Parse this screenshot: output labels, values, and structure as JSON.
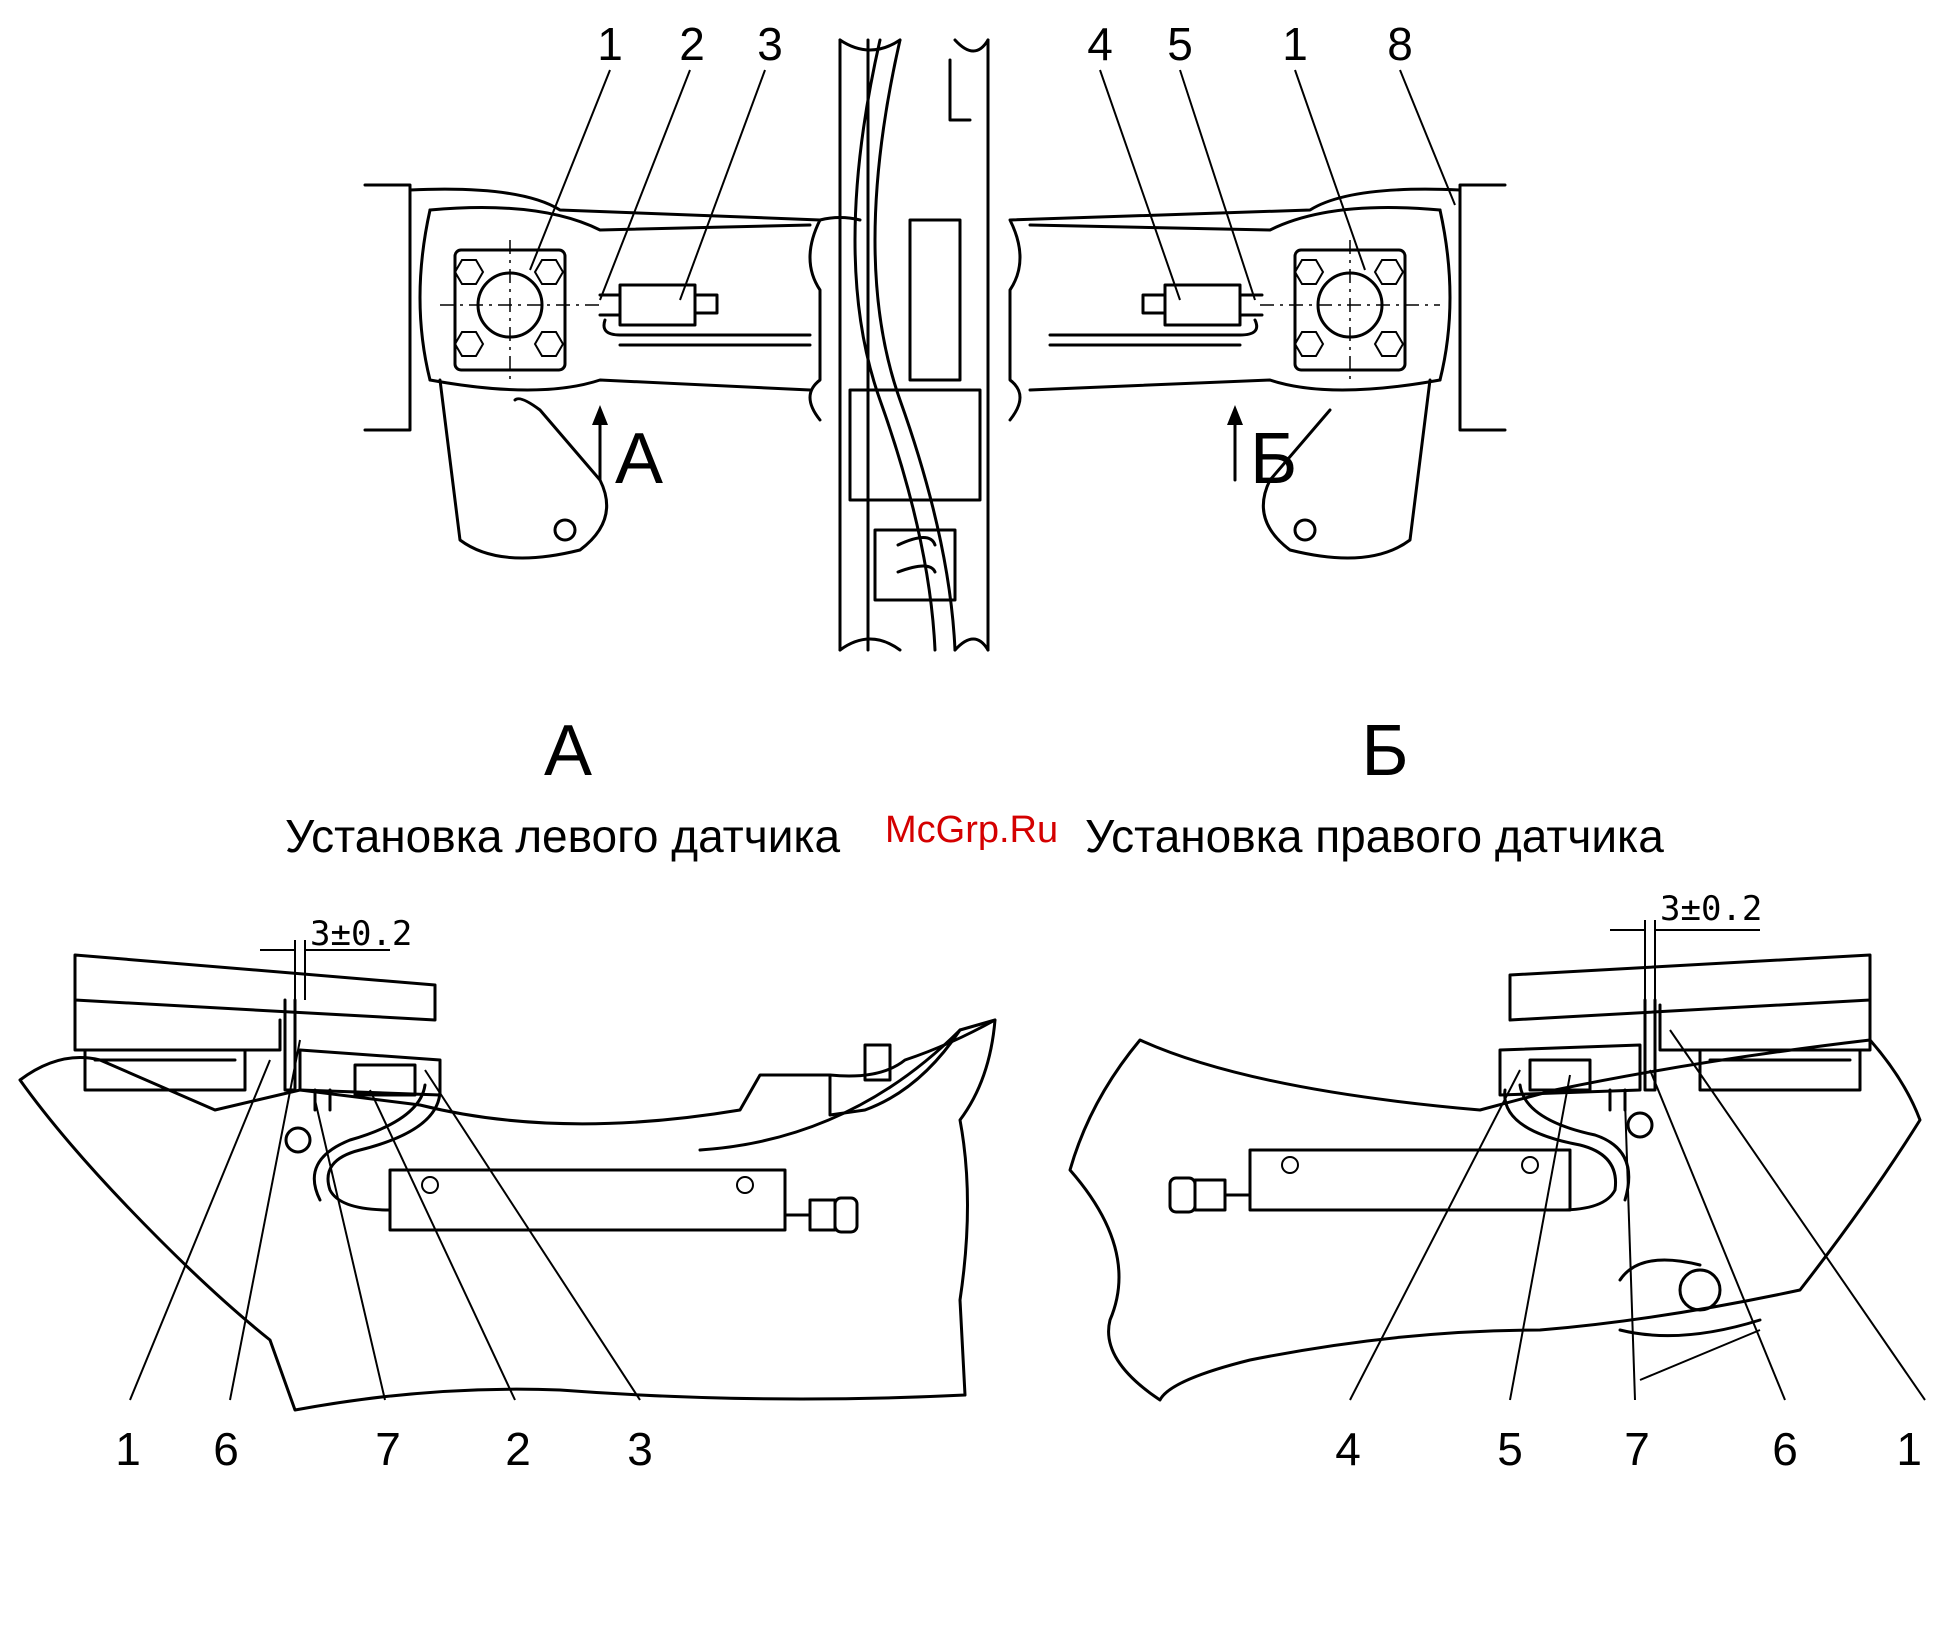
{
  "top_view": {
    "callouts_left": [
      "1",
      "2",
      "3"
    ],
    "callouts_right": [
      "4",
      "5",
      "1",
      "8"
    ],
    "arrow_a": "А",
    "arrow_b": "Б"
  },
  "view_a": {
    "letter": "А",
    "caption": "Установка левого датчика",
    "dimension": "3±0.2",
    "callouts": [
      "1",
      "6",
      "7",
      "2",
      "3"
    ]
  },
  "view_b": {
    "letter": "Б",
    "caption": "Установка правого датчика",
    "dimension": "3±0.2",
    "callouts": [
      "4",
      "5",
      "7",
      "6",
      "1"
    ]
  },
  "watermark": "McGrp.Ru",
  "colors": {
    "line": "#000000",
    "watermark": "#d40000",
    "background": "#ffffff"
  }
}
